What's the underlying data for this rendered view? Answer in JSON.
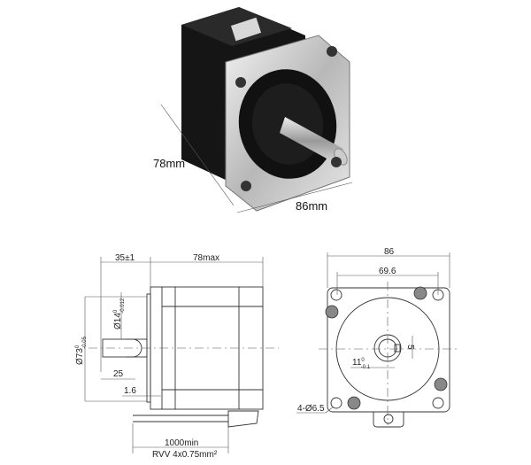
{
  "photo": {
    "height_label": "78mm",
    "width_label": "86mm"
  },
  "side_view": {
    "shaft_length": "35±1",
    "body_length": "78max",
    "pilot_diameter": "Ø73",
    "pilot_tol_upper": "0",
    "pilot_tol_lower": "-0.05",
    "shaft_diameter": "Ø14",
    "shaft_tol_upper": "0",
    "shaft_tol_lower": "-0.012",
    "flat_length": "25",
    "flange_thickness": "1.6",
    "cable_length": "1000min",
    "cable_spec": "RVV 4x0.75mm²"
  },
  "front_view": {
    "width": "86",
    "hole_spacing": "69.6",
    "flat_depth": "11",
    "flat_tol_upper": "0",
    "flat_tol_lower": "-0.1",
    "key_width": "5",
    "mount_holes": "4-Ø6.5"
  }
}
